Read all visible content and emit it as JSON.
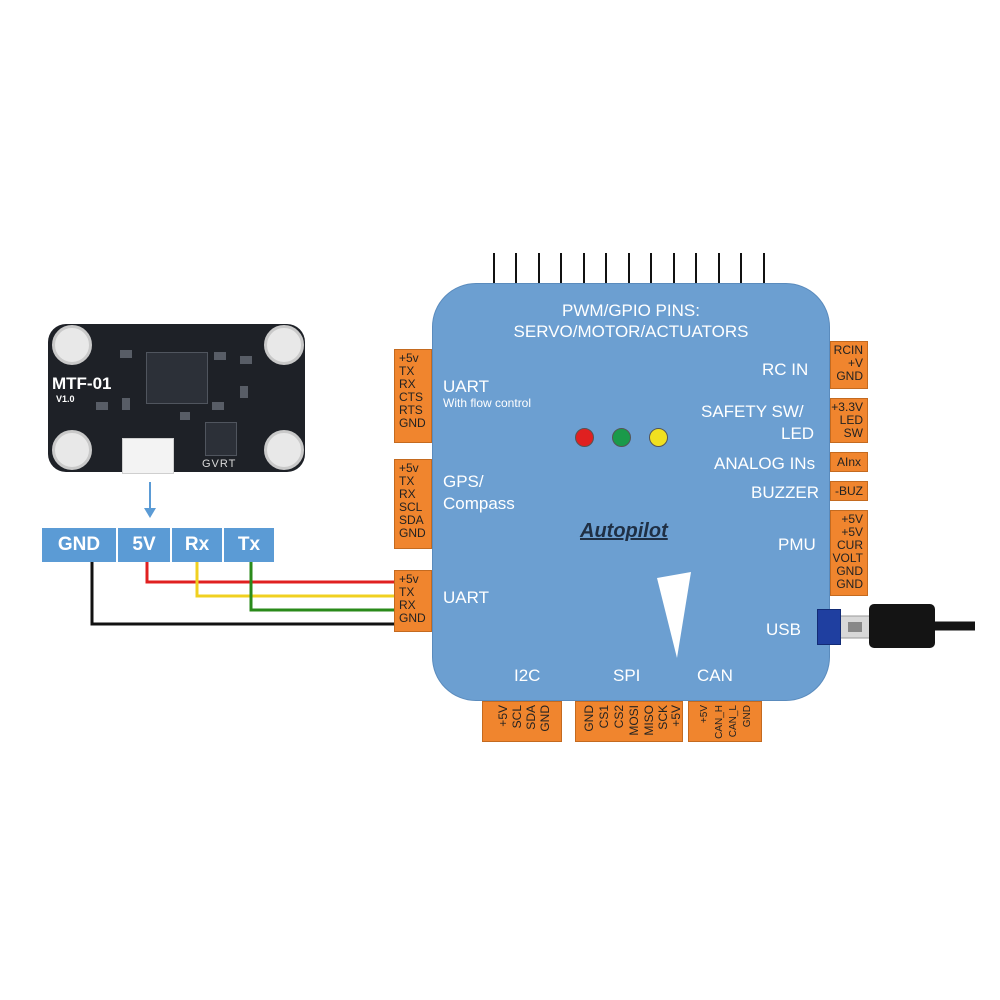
{
  "module": {
    "name": "MTF-01",
    "version": "V1.0",
    "brand": "GVRT"
  },
  "module_pins": [
    "GND",
    "5V",
    "Rx",
    "Tx"
  ],
  "autopilot": {
    "title": "Autopilot",
    "pwm_label_line1": "PWM/GPIO PINS:",
    "pwm_label_line2": "SERVO/MOTOR/ACTUATORS",
    "left_ports": {
      "uart_fc": {
        "label": "UART",
        "sub": "With flow control",
        "pins": [
          "+5v",
          "TX",
          "RX",
          "CTS",
          "RTS",
          "GND"
        ]
      },
      "gps": {
        "label_line1": "GPS/",
        "label_line2": "Compass",
        "pins": [
          "+5v",
          "TX",
          "RX",
          "SCL",
          "SDA",
          "GND"
        ]
      },
      "uart": {
        "label": "UART",
        "pins": [
          "+5v",
          "TX",
          "RX",
          "GND"
        ]
      }
    },
    "right_ports": {
      "rc_in": {
        "label": "RC IN",
        "pins": [
          "RCIN",
          "+V",
          "GND"
        ]
      },
      "safety": {
        "label_line1": "SAFETY SW/",
        "label_line2": "LED",
        "pins": [
          "+3.3V",
          "LED",
          "SW"
        ]
      },
      "analog": {
        "label": "ANALOG INs",
        "pins": [
          "AInx"
        ]
      },
      "buzzer": {
        "label": "BUZZER",
        "pins": [
          "-BUZ"
        ]
      },
      "pmu": {
        "label": "PMU",
        "pins": [
          "+5V",
          "+5V",
          "CUR",
          "VOLT",
          "GND",
          "GND"
        ]
      },
      "usb": {
        "label": "USB"
      }
    },
    "bottom_ports": {
      "i2c": {
        "label": "I2C",
        "pins": [
          "+5V",
          "SCL",
          "SDA",
          "GND"
        ]
      },
      "spi": {
        "label": "SPI",
        "pins": [
          "GND",
          "CS1",
          "CS2",
          "MOSI",
          "MISO",
          "SCK",
          "+5V"
        ]
      },
      "can": {
        "label": "CAN",
        "pins": [
          "+5V",
          "CAN_H",
          "CAN_L",
          "GND"
        ]
      }
    },
    "leds": [
      "#e02020",
      "#1a9a4a",
      "#f0e020"
    ]
  },
  "wire_colors": {
    "gnd": "#111111",
    "v5": "#e02020",
    "rx": "#f0d020",
    "tx": "#2a8a1a",
    "arrow": "#5b9bd5"
  }
}
